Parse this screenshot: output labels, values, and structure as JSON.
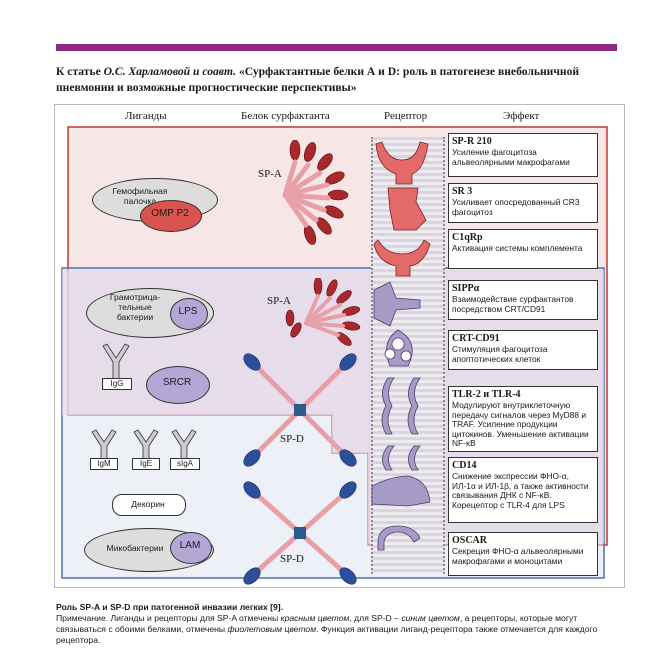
{
  "title_prefix": "К статье ",
  "title_authors": "О.С. Харламовой и соавт.",
  "title_rest": " «Сурфактантные белки А и D: роль в патогенезе внебольничной пневмонии и возможные прогностические перспективы»",
  "headers": {
    "ligands": "Лиганды",
    "protein": "Белок сурфактанта",
    "receptor": "Рецептор",
    "effect": "Эффект"
  },
  "ligands": {
    "hemophilus": "Гемофильная палочка",
    "omp": "OMP P2",
    "gramneg": "Грамотрица-тельные бактерии",
    "lps": "LPS",
    "igg": "IgG",
    "srcr": "SRCR",
    "igm": "IgM",
    "ige": "IgE",
    "siga": "sIgA",
    "decorin": "Декорин",
    "myco": "Микобактерии",
    "lam": "LAM"
  },
  "proteins": {
    "spa1": "SP-A",
    "spa2": "SP-A",
    "spd1": "SP-D",
    "spd2": "SP-D"
  },
  "effects": [
    {
      "title": "SP-R 210",
      "text": "Усиление фагоцитоза альвеолярными макрофагами"
    },
    {
      "title": "SR 3",
      "text": "Усиливает опосредованный СR3 фагоцитоз"
    },
    {
      "title": "C1qRp",
      "text": "Активация системы комплемента"
    },
    {
      "title": "SIPPα",
      "text": "Взаимодействие сурфактантов посредством CRT/CD91"
    },
    {
      "title": "CRT-CD91",
      "text": "Стимуляция фагоцитоза апоптотических клеток"
    },
    {
      "title": "TLR-2 и TLR-4",
      "text": "Модулируют внутриклеточную передачу сигналов через MyD88 и TRAF. Усиление продукции цитокинов. Уменьшение активации NF-κB"
    },
    {
      "title": "CD14",
      "text": "Снижение экспрессии ФНО-α, ИЛ-1α и ИЛ-1β, а также активности связывания ДНК с NF-κB. Корецептор с TLR-4 для LPS"
    },
    {
      "title": "OSCAR",
      "text": "Секреция ФНО-α альвеолярными макрофагами и моноцитами"
    }
  ],
  "caption": {
    "heading": "Роль SP-A и SP-D при патогенной инвазии легких [9].",
    "p1": "Примечание. Лиганды и рецепторы для SP-A отмечены ",
    "red": "красным цветом",
    "p2": ", для SP-D – ",
    "blue": "синим цветом",
    "p3": ", а рецепторы, которые могут связываться с обоими белками, отмечены ",
    "violet": "фиолетовым цветом",
    "p4": ". Функция активации лиганд-рецептора также отмечается для каждого рецептора."
  },
  "colors": {
    "accent": "#8b2a82",
    "red_region": "#c0392b",
    "blue_region": "#4a74b4",
    "violet": "#a89ac6"
  }
}
